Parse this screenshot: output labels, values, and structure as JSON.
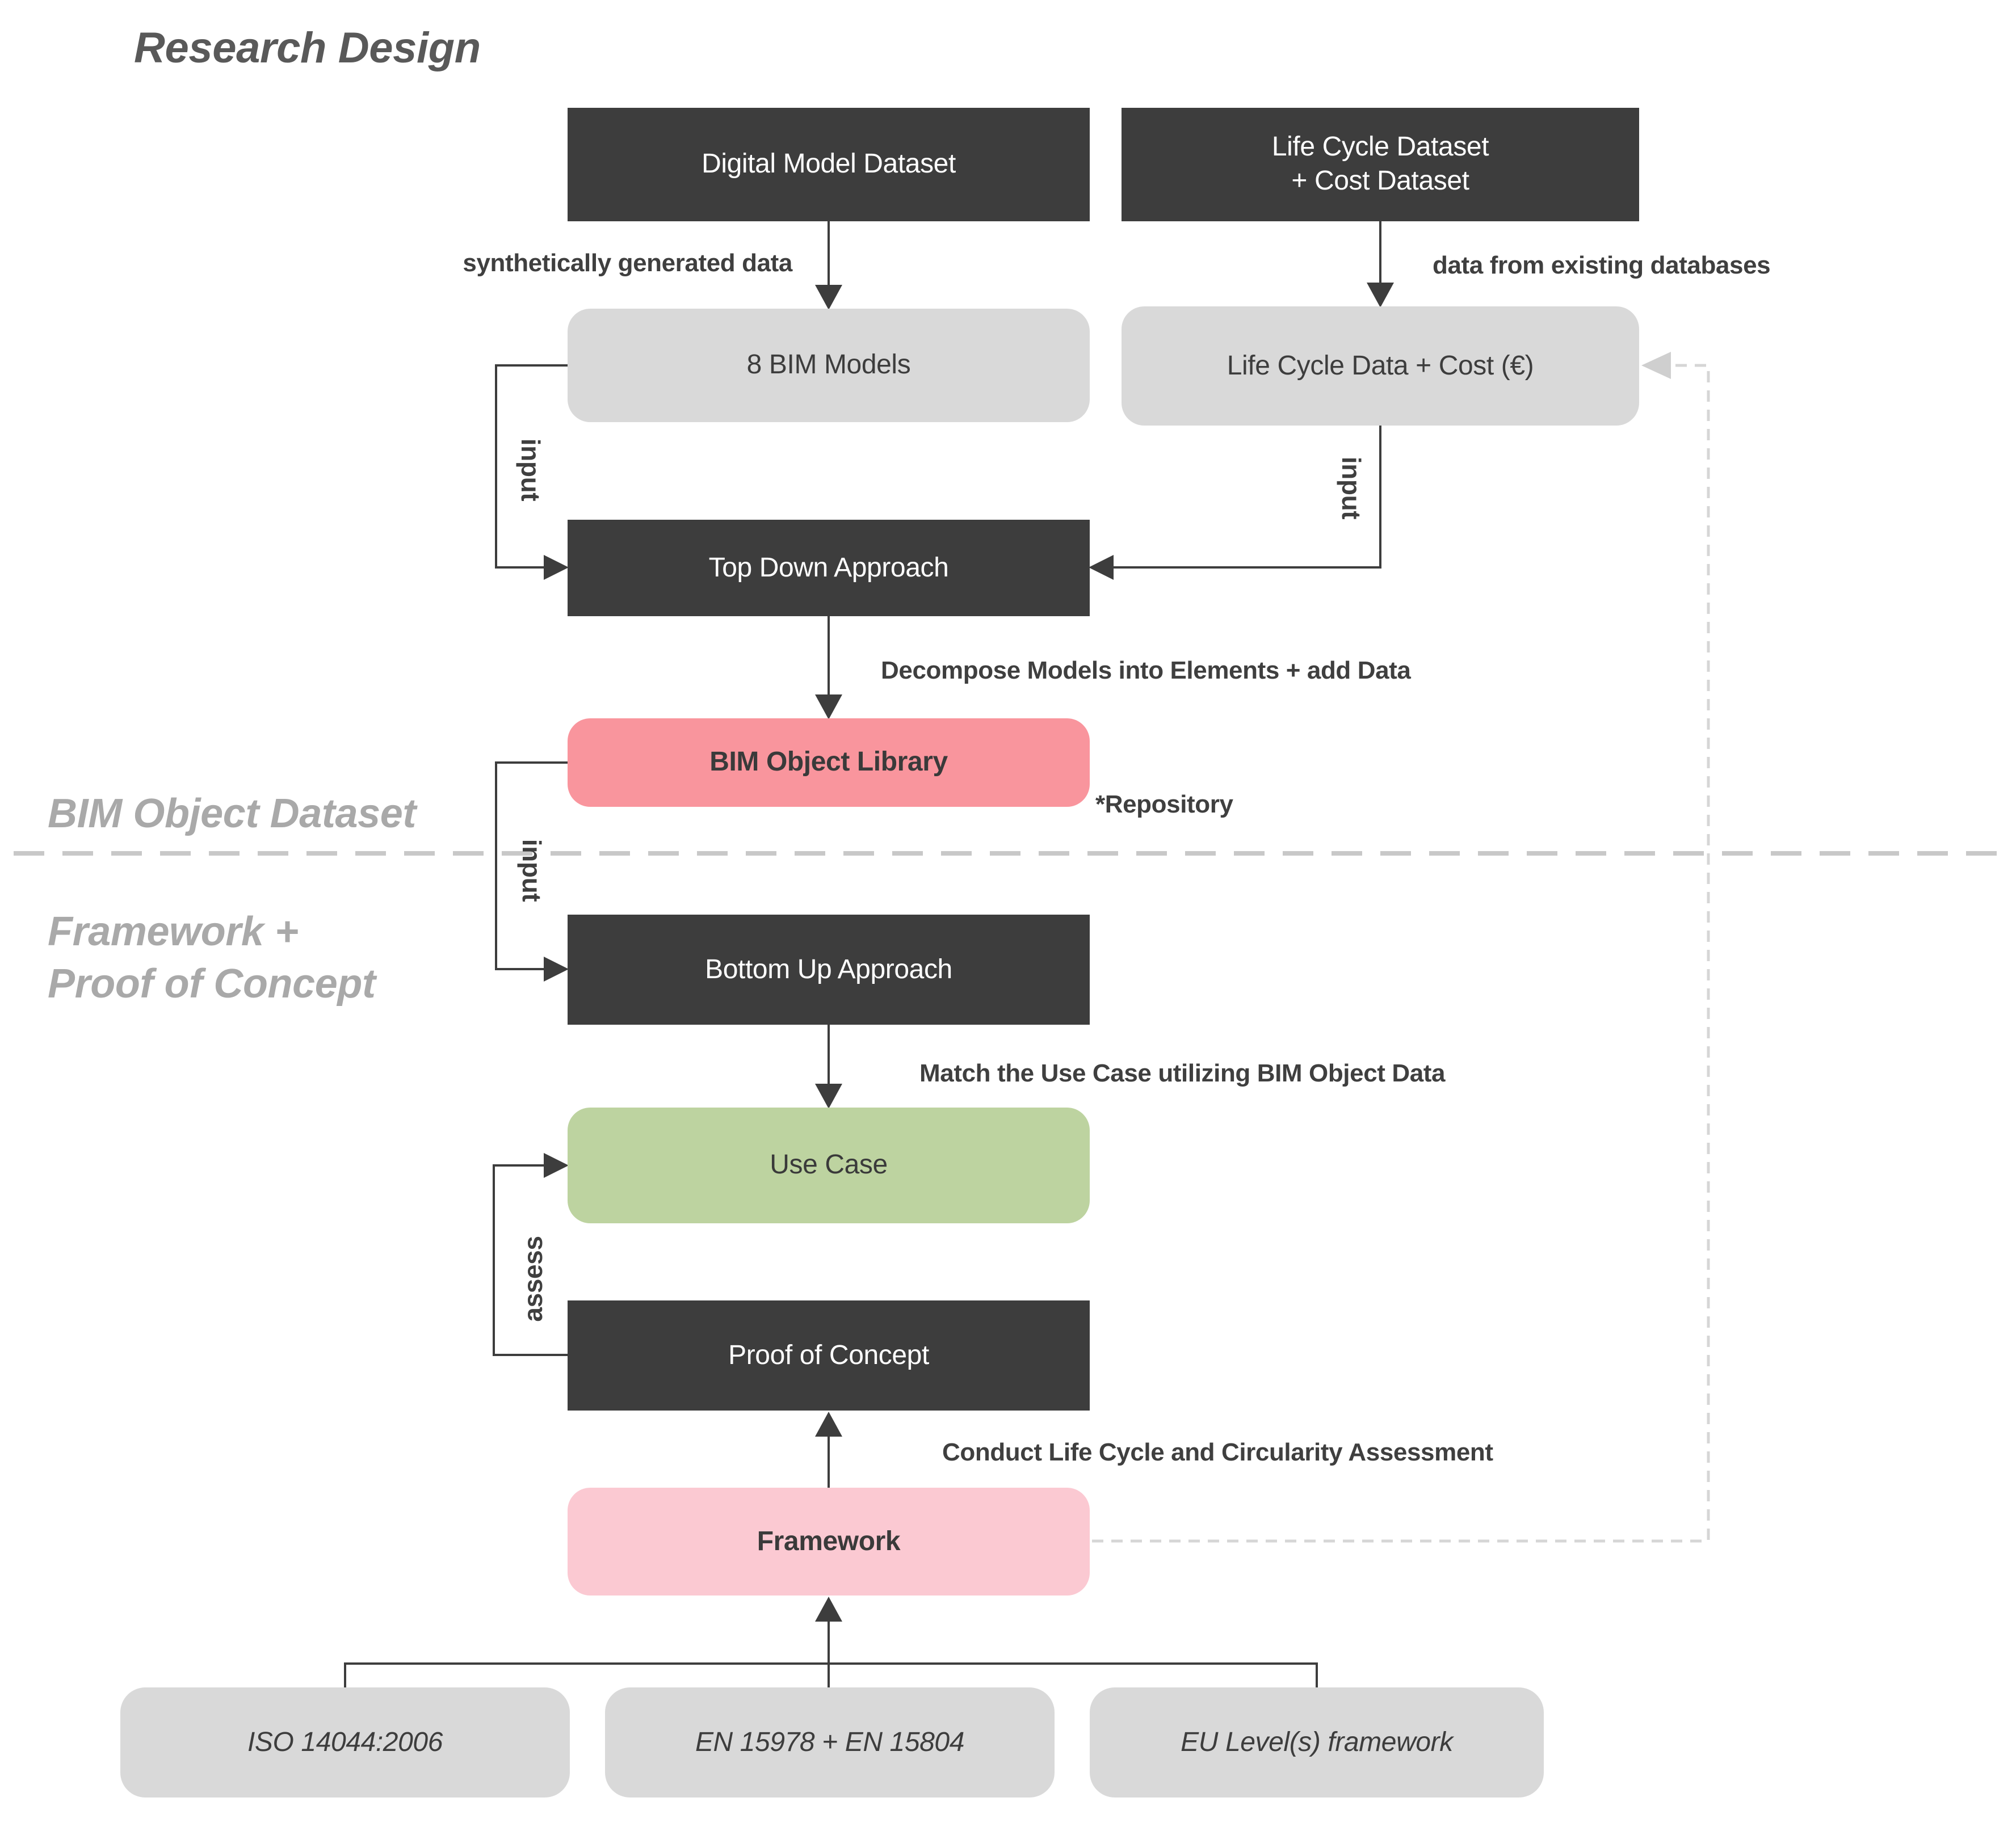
{
  "title": "Research Design",
  "side_labels": {
    "top_section": "BIM Object Dataset",
    "bottom_section_line1": "Framework +",
    "bottom_section_line2": "Proof of Concept"
  },
  "nodes": {
    "digital_model": "Digital Model Dataset",
    "life_cycle_dataset_line1": "Life Cycle Dataset",
    "life_cycle_dataset_line2": "+ Cost Dataset",
    "bim_models": "8 BIM Models",
    "life_cycle_data": "Life Cycle Data + Cost (€)",
    "top_down": "Top Down Approach",
    "bim_object_library": "BIM Object Library",
    "bottom_up": "Bottom Up Approach",
    "use_case": "Use Case",
    "proof_of_concept": "Proof of Concept",
    "framework": "Framework",
    "iso_standard": "ISO 14044:2006",
    "en_standards": "EN 15978 + EN 15804",
    "eu_framework": "EU Level(s) framework"
  },
  "annotations": {
    "synthetic": "synthetically generated data",
    "existing": "data from existing databases",
    "decompose": "Decompose Models into Elements + add Data",
    "match": "Match the Use Case utilizing BIM Object Data",
    "conduct": "Conduct Life Cycle and Circularity Assessment",
    "repository": "*Repository",
    "input": "input",
    "assess": "assess"
  },
  "colors": {
    "dark": "#3d3d3d",
    "light_gray": "#d9d9d9",
    "salmon": "#f9959d",
    "pink": "#fbc9d2",
    "green": "#bdd3a0",
    "side_label": "#a9a9a9",
    "title": "#595959",
    "line": "#3d3d3d",
    "dashed_divider": "#c8c8c8",
    "dashed_feedback": "#d6d6d6"
  }
}
